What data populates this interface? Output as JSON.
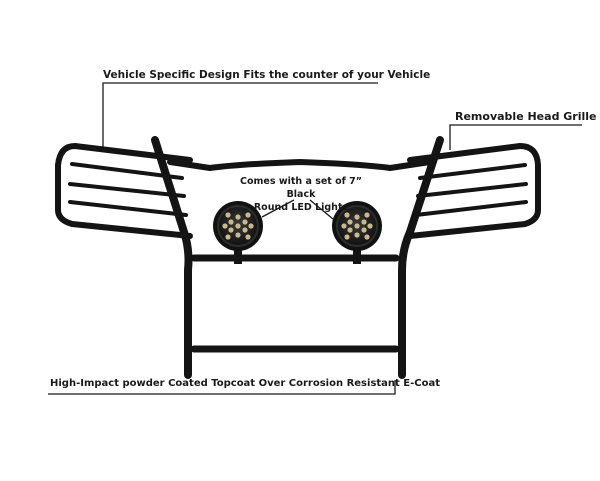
{
  "callouts": {
    "design": "Vehicle Specific Design Fits the counter of your Vehicle",
    "grille": "Removable Head Grille",
    "lights_line1": "Comes with a set of 7” Black",
    "lights_line2": "Round LED Lights",
    "coating": "High-Impact powder Coated Topcoat Over Corrosion Resistant E-Coat"
  },
  "colors": {
    "background": "#ffffff",
    "frame": "#141414",
    "leader_line": "#1a1a1a",
    "led": "#c9b98a"
  },
  "icons": {
    "left_light": "round-led-light",
    "right_light": "round-led-light"
  }
}
